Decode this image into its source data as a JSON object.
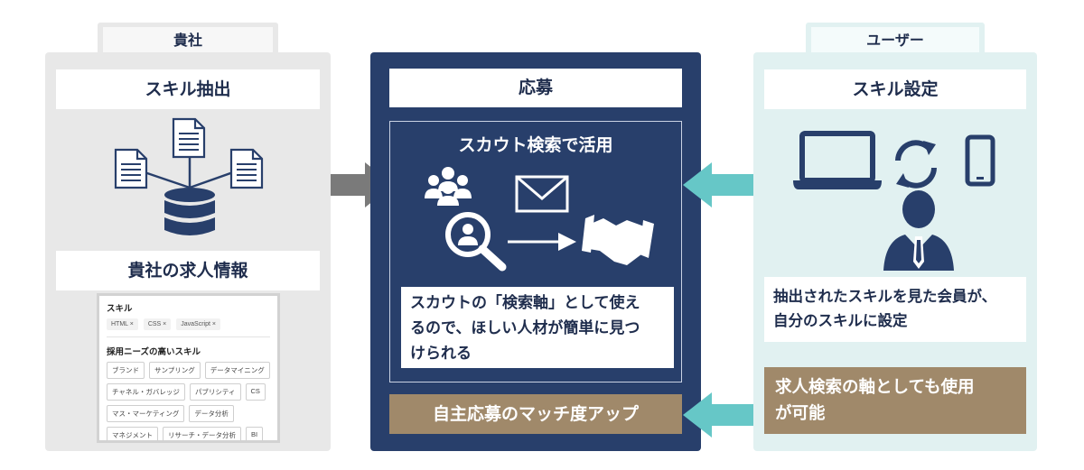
{
  "left": {
    "tab_label": "貴社",
    "extract_title": "スキル抽出",
    "job_info_title": "貴社の求人情報",
    "skill_card": {
      "title": "スキル",
      "selected": [
        "HTML ×",
        "CSS ×",
        "JavaScript ×"
      ],
      "suggest_title": "採用ニーズの高いスキル",
      "suggest_rows": [
        [
          "ブランド",
          "サンプリング",
          "データマイニング"
        ],
        [
          "チャネル・ガバレッジ",
          "パブリシティ",
          "CS"
        ],
        [
          "マス・マーケティング",
          "データ分析"
        ],
        [
          "マネジメント",
          "リサーチ・データ分析",
          "BI"
        ]
      ]
    }
  },
  "center": {
    "title": "応募",
    "scout_title": "スカウト検索で活用",
    "description": [
      "スカウトの「検索軸」として使え",
      "るので、ほしい人材が簡単に見つ",
      "けられる"
    ],
    "footer": "自主応募のマッチ度アップ"
  },
  "right": {
    "tab_label": "ユーザー",
    "title": "スキル設定",
    "description": [
      "抽出されたスキルを見た会員が、",
      "自分のスキルに設定"
    ],
    "footer": [
      "求人検索の軸としても使用",
      "が可能"
    ]
  },
  "colors": {
    "navy": "#283f6b",
    "light_gray": "#e8e8e8",
    "light_teal": "#e1f1f1",
    "teal_arrow": "#66c7c7",
    "gray_arrow": "#7a7a7a",
    "gold": "#a0896a"
  },
  "icons": [
    "document-icon",
    "database-icon",
    "users-icon",
    "envelope-icon",
    "search-person-icon",
    "arrow-right-icon",
    "handshake-icon",
    "laptop-icon",
    "sync-icon",
    "smartphone-icon",
    "businessman-icon"
  ]
}
